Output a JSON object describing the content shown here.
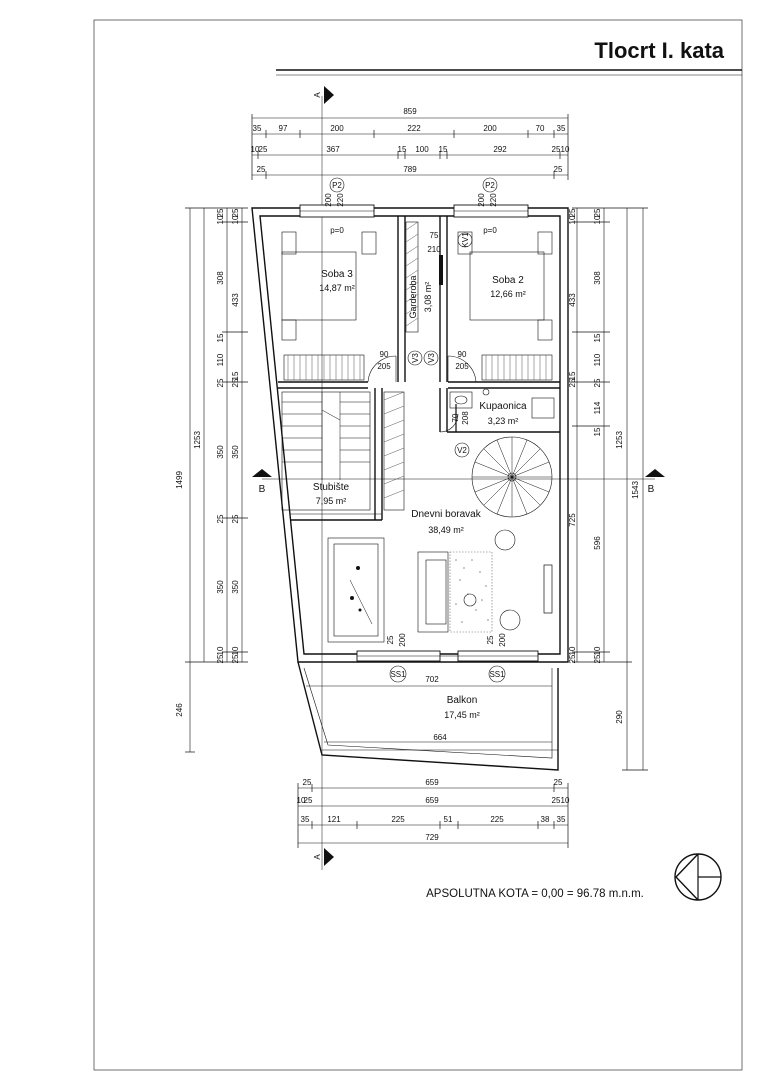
{
  "title": "Tlocrt I. kata",
  "absolute_height": "APSOLUTNA KOTA = 0,00 = 96.78 m.n.m.",
  "section_marks": {
    "a": "A",
    "b": "B"
  },
  "rooms": {
    "soba3": {
      "name": "Soba 3",
      "area": "14,87 m²"
    },
    "soba2": {
      "name": "Soba 2",
      "area": "12,66 m²"
    },
    "garderoba": {
      "name": "Garderoba",
      "area": "3,08 m²"
    },
    "kupaonica": {
      "name": "Kupaonica",
      "area": "3,23 m²"
    },
    "stubiste": {
      "name": "Stubište",
      "area": "7,95 m²"
    },
    "dnevni": {
      "name": "Dnevni boravak",
      "area": "38,49 m²"
    },
    "balkon": {
      "name": "Balkon",
      "area": "17,45 m²"
    }
  },
  "tags": {
    "p2_left": "P2",
    "p2_right": "P2",
    "kv1": "KV1",
    "v2": "V2",
    "v3a": "V3",
    "v3b": "V3",
    "ss1_left": "SS1",
    "ss1_right": "SS1",
    "p0_left": "p=0",
    "p0_right": "p=0"
  },
  "top_dims": {
    "overall": "859",
    "row1": [
      "35",
      "97",
      "200",
      "222",
      "200",
      "70",
      "35"
    ],
    "row2": [
      "10",
      "25",
      "367",
      "15",
      "100",
      "15",
      "292",
      "25",
      "10"
    ],
    "row3": [
      "25",
      "789",
      "25"
    ]
  },
  "bottom_dims": {
    "row1": [
      "25",
      "659",
      "25"
    ],
    "row2": [
      "10",
      "25",
      "659",
      "25",
      "10"
    ],
    "row3": [
      "35",
      "121",
      "225",
      "51",
      "225",
      "38",
      "35"
    ],
    "overall": "729"
  },
  "left_dims": {
    "outer": [
      "1499",
      "246"
    ],
    "mid": [
      "1253"
    ],
    "inner": [
      "25",
      "10",
      "433",
      "15",
      "25",
      "350",
      "25",
      "350",
      "10",
      "25"
    ],
    "inner2": [
      "25",
      "10",
      "308",
      "15",
      "110",
      "25",
      "350",
      "25",
      "350",
      "10",
      "25"
    ]
  },
  "right_dims": {
    "outer": [
      "1543"
    ],
    "mid": [
      "1253",
      "290"
    ],
    "inner": [
      "25",
      "10",
      "433",
      "15",
      "25",
      "725",
      "10",
      "25"
    ],
    "inner2": [
      "25",
      "10",
      "308",
      "15",
      "110",
      "25",
      "114",
      "15",
      "596",
      "10",
      "25"
    ]
  },
  "interior_dims": {
    "balcony_top": "702",
    "balcony_bottom": "664",
    "door_90a": "90",
    "door_205a": "205",
    "door_90b": "90",
    "door_205b": "205",
    "gard_75": "75",
    "gard_210": "210",
    "bath_70": "70",
    "bath_208": "208",
    "ss_25": "25",
    "ss_200a": "200",
    "ss_200b": "200",
    "ss_25b": "25",
    "p2_200a": "200",
    "p2_220a": "220",
    "p2_200b": "200",
    "p2_220b": "220"
  }
}
